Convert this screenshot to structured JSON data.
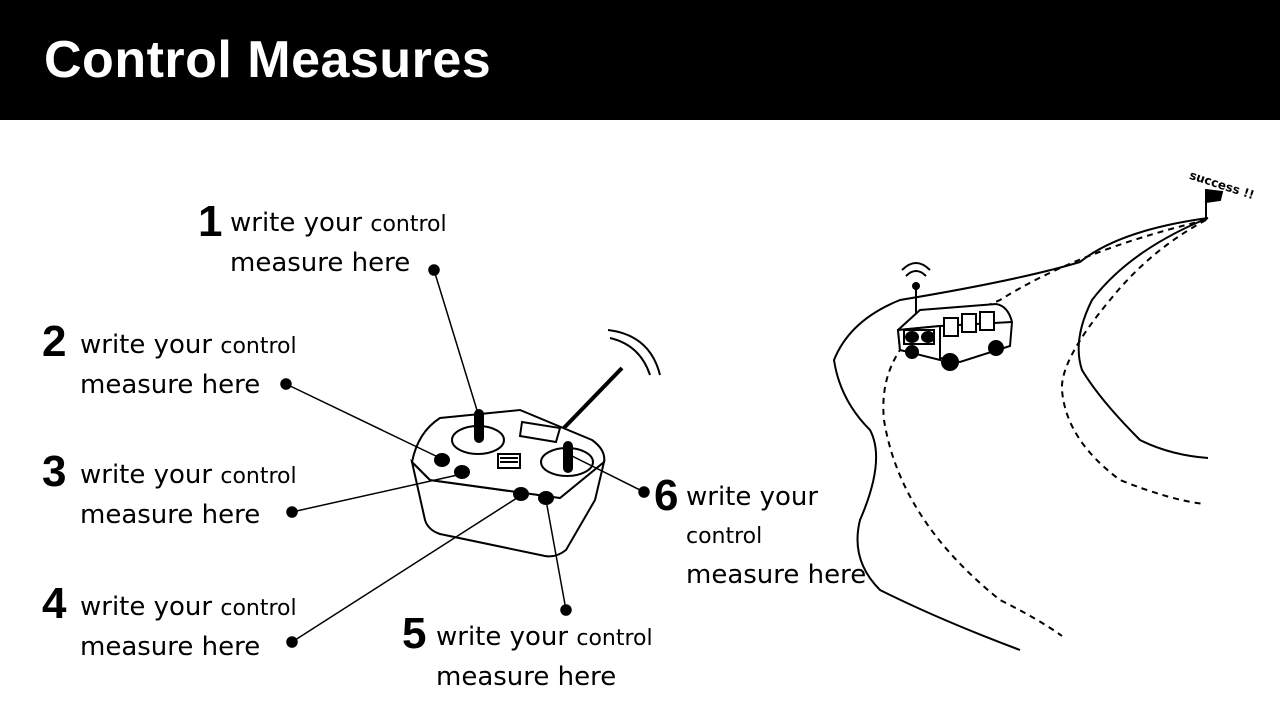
{
  "title": "Control Measures",
  "callouts": [
    {
      "number": "1",
      "line1_main": "write your ",
      "line1_small": "control",
      "line2": "measure here"
    },
    {
      "number": "2",
      "line1_main": "write your ",
      "line1_small": "control",
      "line2": "measure here"
    },
    {
      "number": "3",
      "line1_main": "write your ",
      "line1_small": "control",
      "line2": "measure here"
    },
    {
      "number": "4",
      "line1_main": "write your ",
      "line1_small": "control",
      "line2": "measure here"
    },
    {
      "number": "5",
      "line1_main": "write your ",
      "line1_small": "control",
      "line2": "measure here"
    },
    {
      "number": "6",
      "line1_main": "write your",
      "line2_small": "control",
      "line3": "measure here"
    }
  ],
  "flag_label": "success !!",
  "colors": {
    "title_bar": "#000000",
    "title_text": "#ffffff",
    "ink": "#000000"
  }
}
